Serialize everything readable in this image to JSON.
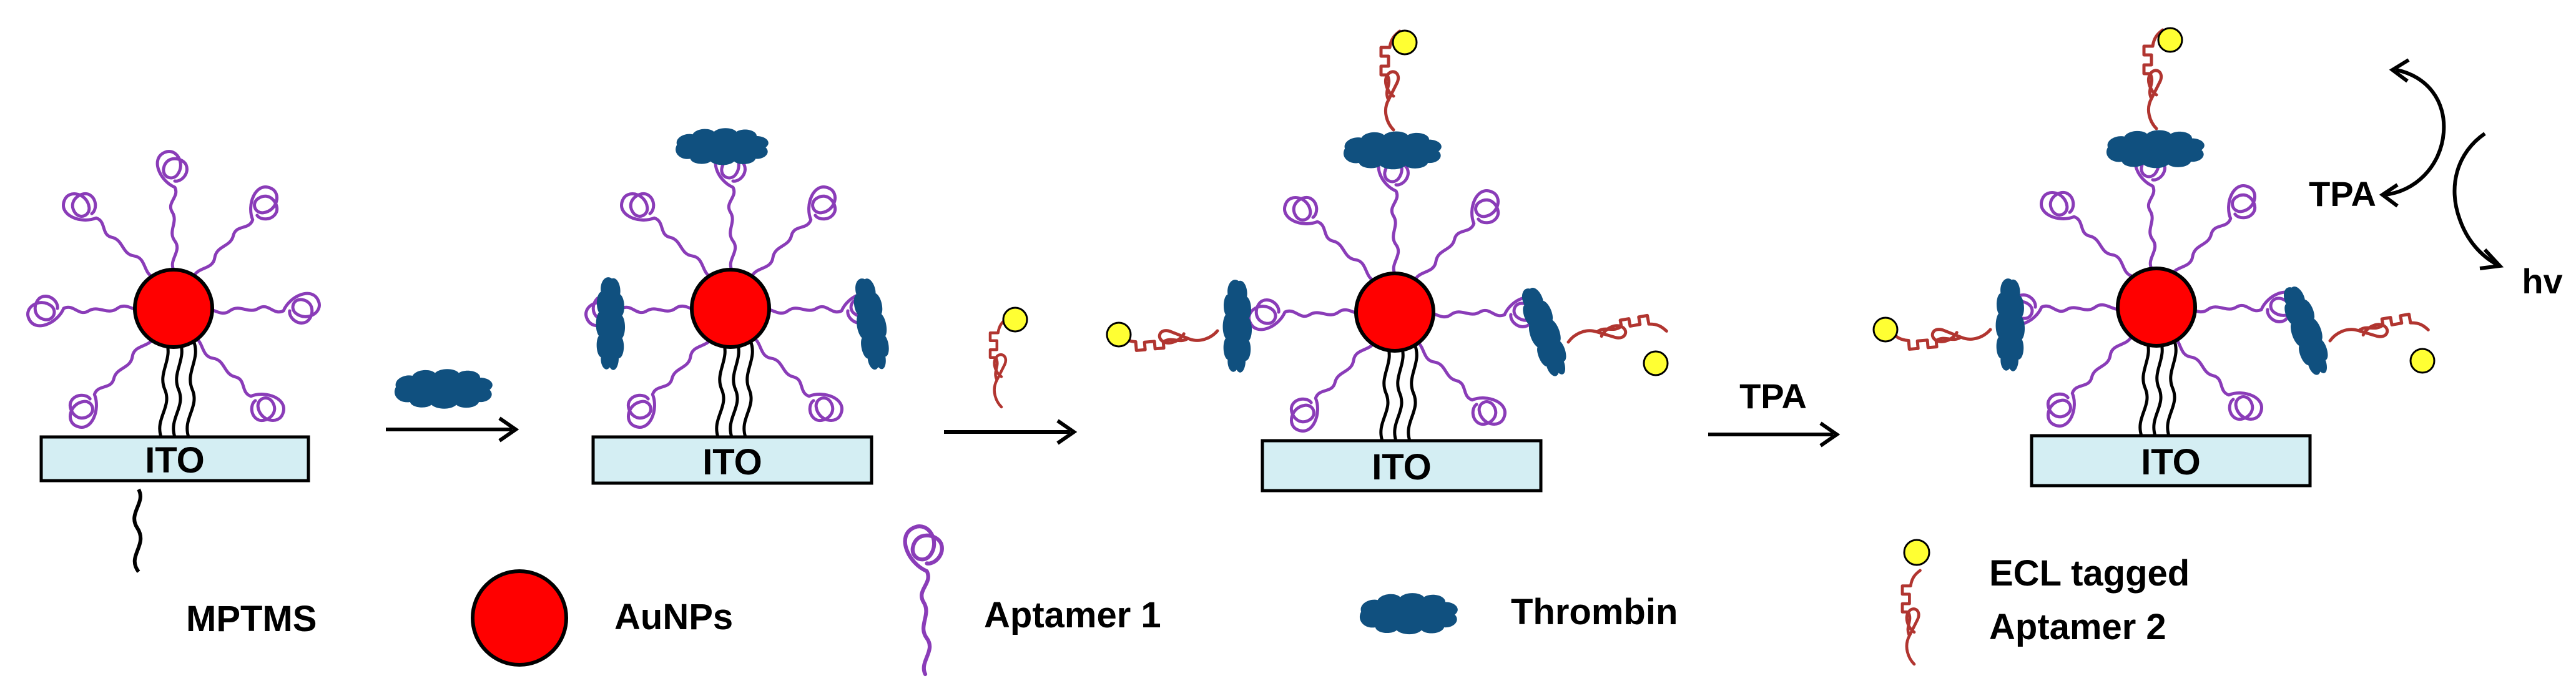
{
  "scheme": {
    "substrate_label": "ITO",
    "step3_reagent": "TPA",
    "emission_reagent": "TPA",
    "emission_output": "hv"
  },
  "legend": {
    "mptms": "MPTMS",
    "aunps": "AuNPs",
    "aptamer1": "Aptamer 1",
    "thrombin": "Thrombin",
    "aptamer2_line1": "ECL tagged",
    "aptamer2_line2": "Aptamer 2"
  },
  "colors": {
    "substrate_fill": "#d4eef3",
    "aunp": "#ff0000",
    "aptamer1": "#8a3cb8",
    "thrombin": "#10507f",
    "aptamer2": "#b13530",
    "ecl_tag": "#ffff33"
  }
}
